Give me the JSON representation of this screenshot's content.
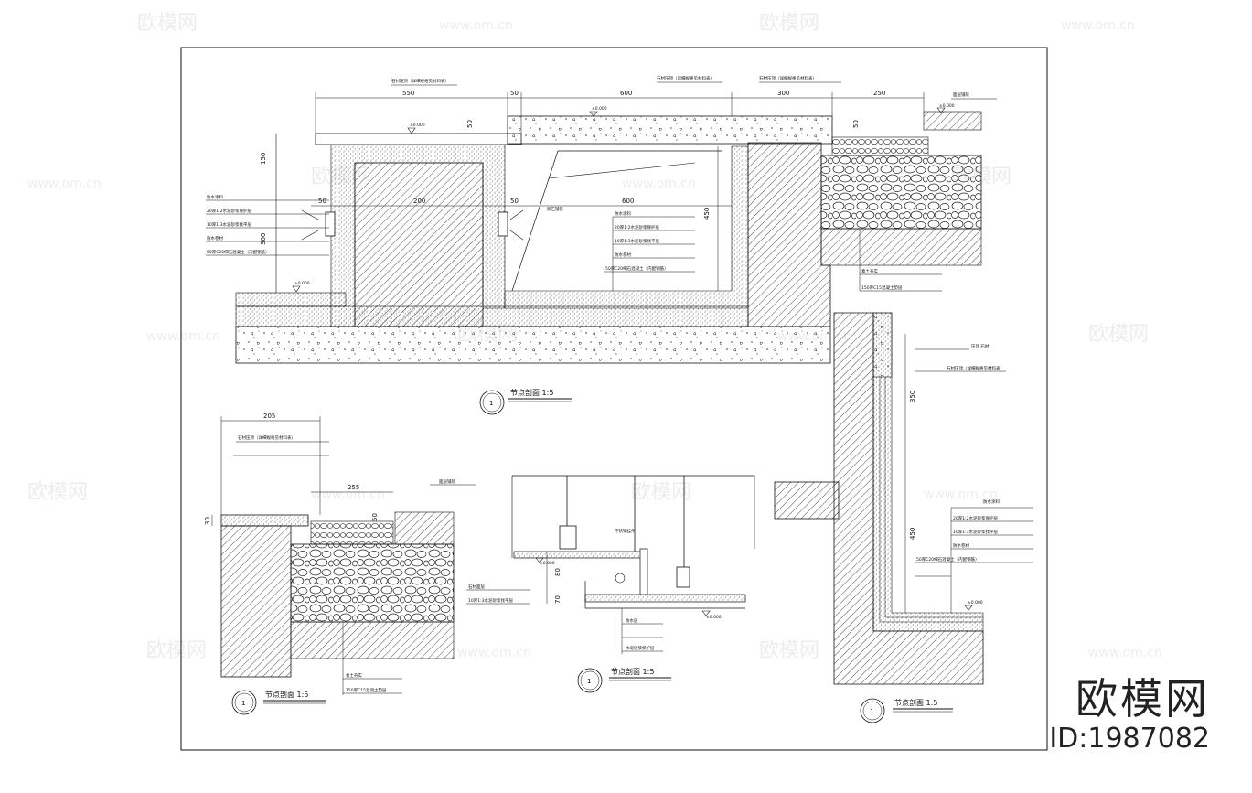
{
  "watermark": {
    "logo": "欧模网",
    "url": "www.om.cn"
  },
  "brand": {
    "name": "欧模网",
    "id": "ID:1987082"
  },
  "detail_1": {
    "callout": "1",
    "title": "节点剖面 1:5",
    "dims_top": [
      "550",
      "50",
      "600",
      "300",
      "250"
    ],
    "dims_left": [
      "150",
      "300"
    ],
    "dims_inner": [
      "50",
      "200",
      "50",
      "600",
      "450",
      "50",
      "50"
    ],
    "levels": [
      "±0.000",
      "±0.000",
      "±0.000",
      "±0.000"
    ],
    "notes_top": [
      "石材压顶（详细规格见材料表）",
      "石材压顶（详细规格见材料表）",
      "石材压顶（详细规格见材料表）",
      "面层铺装"
    ],
    "notes_left": [
      "防水涂料",
      "20厚1:2水泥砂浆保护层",
      "10厚1:3水泥砂浆找平层",
      "防水卷材",
      "50厚C20细石混凝土（内配钢筋）"
    ],
    "notes_right": [
      "防水涂料",
      "20厚1:2水泥砂浆保护层",
      "10厚1:3水泥砂浆找平层",
      "防水卷材",
      "50厚C20细石混凝土（内配钢筋）"
    ],
    "notes_bottom": [
      "卵石铺装",
      "素土夯实",
      "150厚C15混凝土垫层"
    ]
  },
  "detail_2": {
    "callout": "1",
    "title": "节点剖面 1:5",
    "dims": [
      "205",
      "255",
      "50",
      "30"
    ],
    "notes": [
      "石材压顶（详细规格见材料表）",
      "面层铺装",
      "素土夯实",
      "150厚C15混凝土垫层"
    ]
  },
  "detail_3": {
    "callout": "1",
    "title": "节点剖面 1:5",
    "dims": [
      "80",
      "70"
    ],
    "levels": [
      "±0.000",
      "±0.000"
    ],
    "notes": [
      "不锈钢挂件",
      "石材面层",
      "10厚1:3水泥砂浆找平层",
      "防水层",
      "水泥砂浆保护层"
    ]
  },
  "detail_4": {
    "callout": "1",
    "title": "节点剖面 1:5",
    "dims": [
      "350",
      "450"
    ],
    "levels": [
      "±0.000"
    ],
    "notes": [
      "压顶 石材",
      "石材压顶（详细规格见材料表）",
      "防水涂料",
      "20厚1:2水泥砂浆保护层",
      "10厚1:3水泥砂浆找平层",
      "防水卷材",
      "50厚C20细石混凝土（内配钢筋）"
    ]
  }
}
